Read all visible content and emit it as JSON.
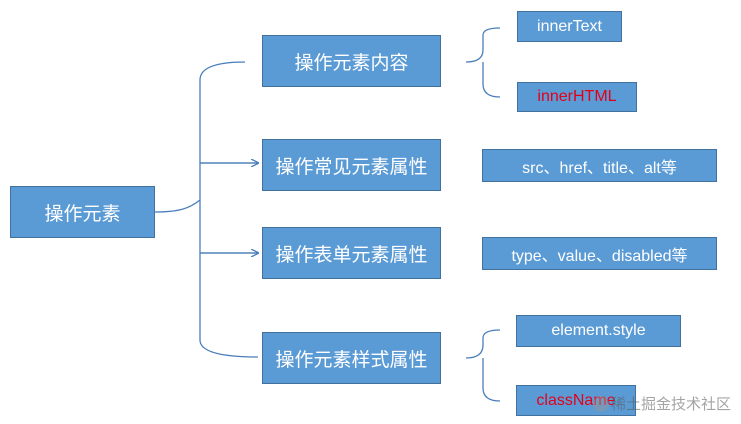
{
  "diagram": {
    "root": {
      "label": "操作元素"
    },
    "branches": [
      {
        "label": "操作元素内容",
        "leaves": [
          {
            "label": "innerText",
            "color": "#ffffff"
          },
          {
            "label": "innerHTML",
            "color": "#e3001b"
          }
        ]
      },
      {
        "label": "操作常见元素属性",
        "leaves": [
          {
            "label": "src、href、title、alt等",
            "color": "#ffffff"
          }
        ]
      },
      {
        "label": "操作表单元素属性",
        "leaves": [
          {
            "label": "type、value、disabled等",
            "color": "#ffffff"
          }
        ]
      },
      {
        "label": "操作元素样式属性",
        "leaves": [
          {
            "label": "element.style",
            "color": "#ffffff"
          },
          {
            "label": "className",
            "color": "#e3001b"
          }
        ]
      }
    ]
  },
  "watermark": {
    "text": "稀土掘金技术社区"
  },
  "colors": {
    "node_fill": "#5b9bd5",
    "node_border": "#41719c",
    "connector": "#4a7ebb",
    "highlight_text": "#e3001b"
  }
}
